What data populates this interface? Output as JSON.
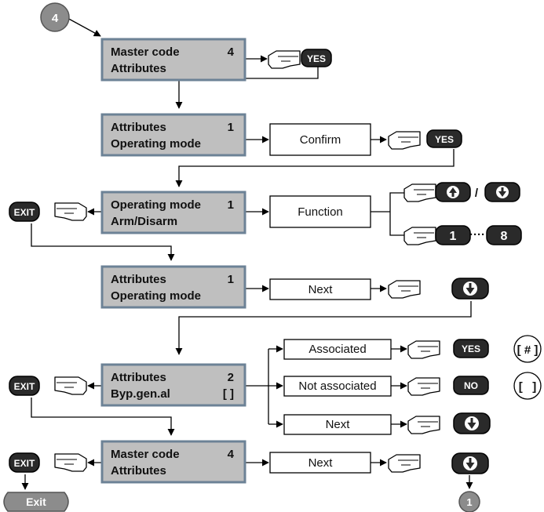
{
  "start_marker": "4",
  "end_marker": "1",
  "exit_terminal": "Exit",
  "screens": [
    {
      "line1": "Master code",
      "num": "4",
      "line2": "Attributes",
      "right2": ""
    },
    {
      "line1": "Attributes",
      "num": "1",
      "line2": "Operating mode",
      "right2": ""
    },
    {
      "line1": "Operating mode",
      "num": "1",
      "line2": "Arm/Disarm",
      "right2": ""
    },
    {
      "line1": "Attributes",
      "num": "1",
      "line2": "Operating mode",
      "right2": ""
    },
    {
      "line1": "Attributes",
      "num": "2",
      "line2": "Byp.gen.al",
      "right2": "[ ]"
    },
    {
      "line1": "Master code",
      "num": "4",
      "line2": "Attributes",
      "right2": ""
    }
  ],
  "actions": {
    "confirm": "Confirm",
    "function": "Function",
    "next1": "Next",
    "associated": "Associated",
    "not_associated": "Not associated",
    "next2": "Next",
    "next3": "Next"
  },
  "keys": {
    "yes": "YES",
    "no": "NO",
    "exit": "EXIT",
    "one": "1",
    "eight": "8"
  },
  "separators": {
    "slash": "/",
    "dots": "····"
  },
  "results": {
    "associated": "[ # ]",
    "not_associated": "[   ]"
  },
  "colors": {
    "screen_fill": "#bfbfbf",
    "screen_border": "#6c8296",
    "key_fill": "#2a2a2a",
    "marker_fill": "#8c8c8c",
    "line": "#000000"
  }
}
